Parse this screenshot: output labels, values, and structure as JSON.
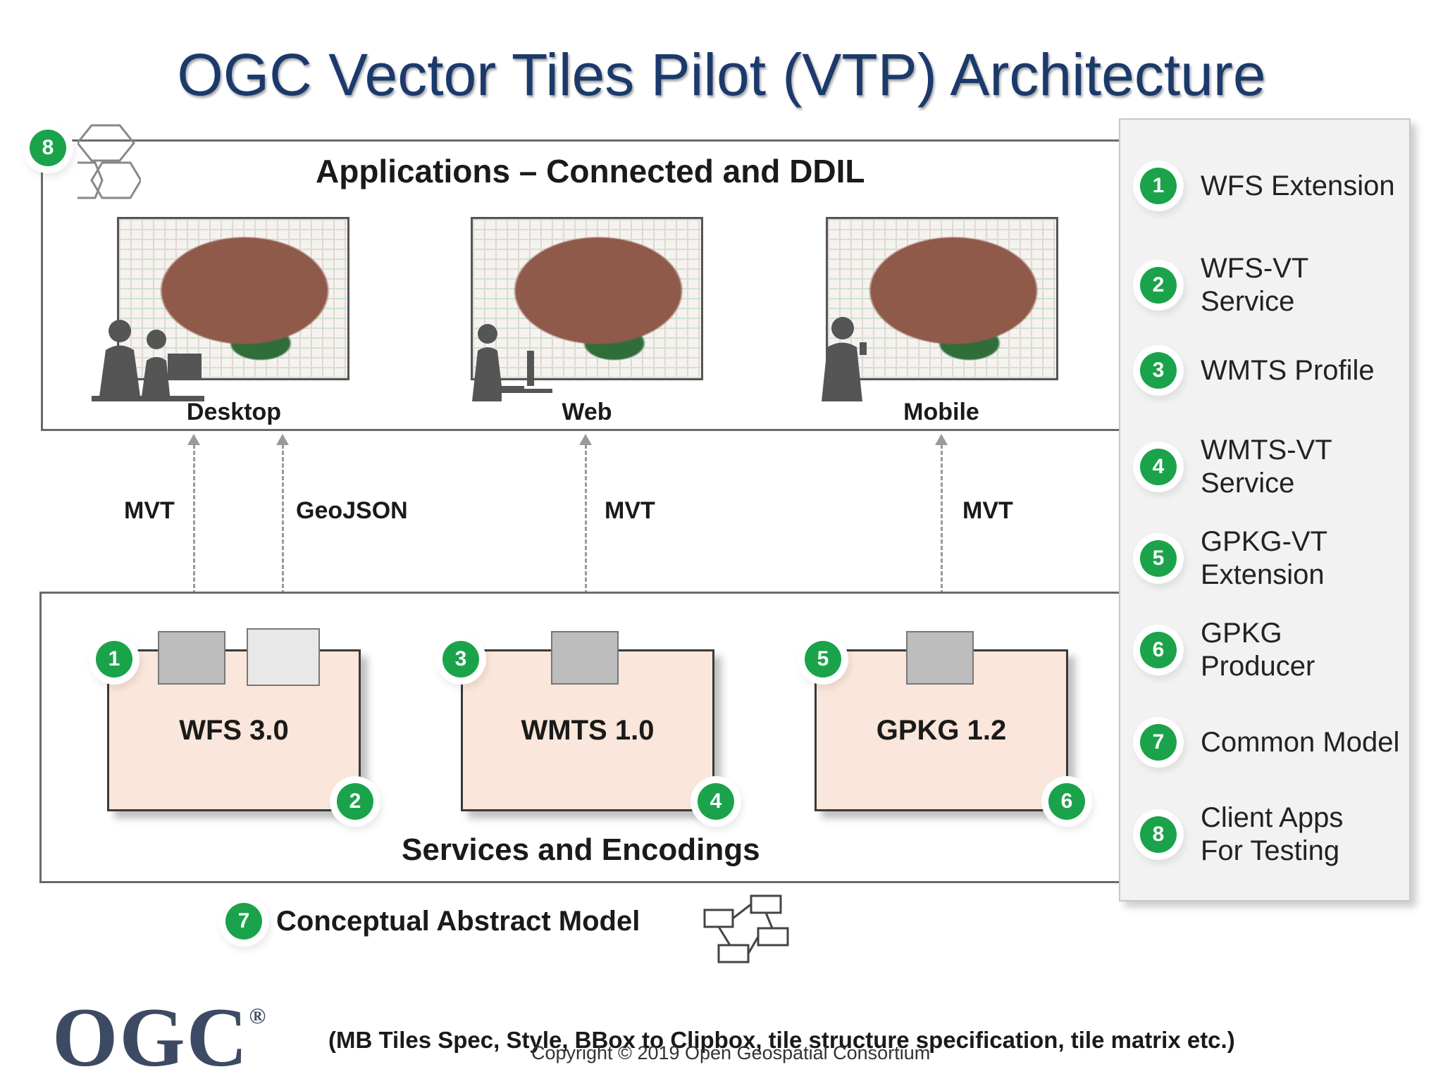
{
  "title": "OGC Vector Tiles Pilot (VTP) Architecture",
  "applications": {
    "label": "Applications – Connected and DDIL",
    "badge": "8",
    "clients": [
      {
        "label": "Desktop"
      },
      {
        "label": "Web"
      },
      {
        "label": "Mobile"
      }
    ]
  },
  "protocols": {
    "mvt_1": "MVT",
    "geojson": "GeoJSON",
    "mvt_2": "MVT",
    "mvt_3": "MVT"
  },
  "services": {
    "label": "Services and Encodings",
    "items": [
      {
        "label": "WFS 3.0",
        "badge_top": "1",
        "badge_bottom": "2"
      },
      {
        "label": "WMTS 1.0",
        "badge_top": "3",
        "badge_bottom": "4"
      },
      {
        "label": "GPKG 1.2",
        "badge_top": "5",
        "badge_bottom": "6"
      }
    ]
  },
  "model": {
    "badge": "7",
    "label": "Conceptual Abstract  Model"
  },
  "legend": [
    {
      "num": "1",
      "text": "WFS Extension"
    },
    {
      "num": "2",
      "text": "WFS-VT Service"
    },
    {
      "num": "3",
      "text": "WMTS Profile"
    },
    {
      "num": "4",
      "text": "WMTS-VT Service"
    },
    {
      "num": "5",
      "text": "GPKG-VT Extension"
    },
    {
      "num": "6",
      "text": "GPKG Producer"
    },
    {
      "num": "7",
      "text": "Common Model"
    },
    {
      "num": "8",
      "text": "Client Apps For Testing"
    }
  ],
  "footer": {
    "logo": "OGC",
    "registered": "®",
    "note": "(MB Tiles Spec, Style, BBox to Clipbox, tile structure specification, tile matrix etc.)",
    "copyright": "Copyright © 2019 Open Geospatial Consortium"
  },
  "colors": {
    "badge_green": "#1aa34a",
    "title_blue": "#1b3a6b",
    "service_fill": "#fae6da"
  }
}
